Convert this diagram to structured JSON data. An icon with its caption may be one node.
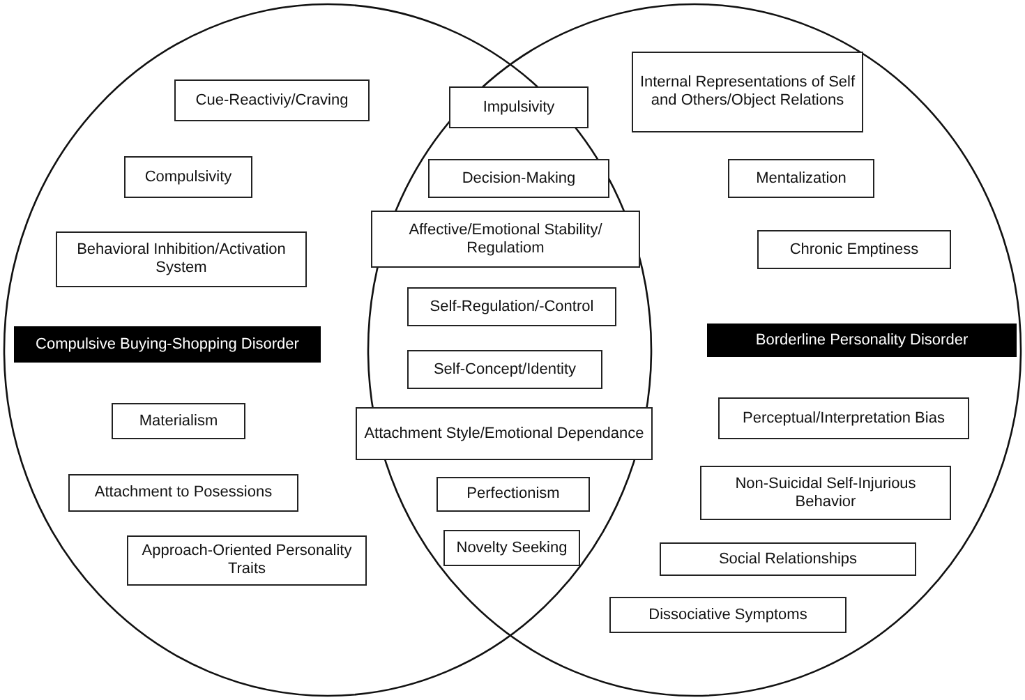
{
  "diagram": {
    "nodes": [
      {
        "text": [
          "Cue-Reactiviy/Craving"
        ]
      },
      {
        "text": [
          "Compulsivity"
        ]
      },
      {
        "text": [
          "Behavioral Inhibition/Activation System"
        ]
      },
      {
        "text": [
          "Compulsive Buying-Shopping Disorder"
        ]
      },
      {
        "text": [
          "Materialism"
        ]
      },
      {
        "text": [
          "Attachment to Posessions"
        ]
      },
      {
        "text": [
          "Approach-Oriented Personality Traits"
        ]
      },
      {
        "text": [
          "Impulsivity"
        ]
      },
      {
        "text": [
          "Decision-Making"
        ]
      },
      {
        "text": [
          "Affective/Emotional Stability/ Regulatiom"
        ]
      },
      {
        "text": [
          "Self-Regulation/-Control"
        ]
      },
      {
        "text": [
          "Self-Concept/Identity"
        ]
      },
      {
        "text": [
          "Attachment Style/Emotional Dependance"
        ]
      },
      {
        "text": [
          "Perfectionism"
        ]
      },
      {
        "text": [
          "Novelty Seeking"
        ]
      },
      {
        "text": [
          "Internal Representations of Self and Others/Object Relations"
        ]
      },
      {
        "text": [
          "Mentalization"
        ]
      },
      {
        "text": [
          "Chronic Emptiness"
        ]
      },
      {
        "text": [
          "Borderline Personality Disorder"
        ]
      },
      {
        "text": [
          "Perceptual/Interpretation Bias"
        ]
      },
      {
        "text": [
          "Non-Suicidal Self-Injurious Behavior"
        ]
      },
      {
        "text": [
          "Social Relationships"
        ]
      },
      {
        "text": [
          "Dissociative Symptoms"
        ]
      }
    ]
  }
}
